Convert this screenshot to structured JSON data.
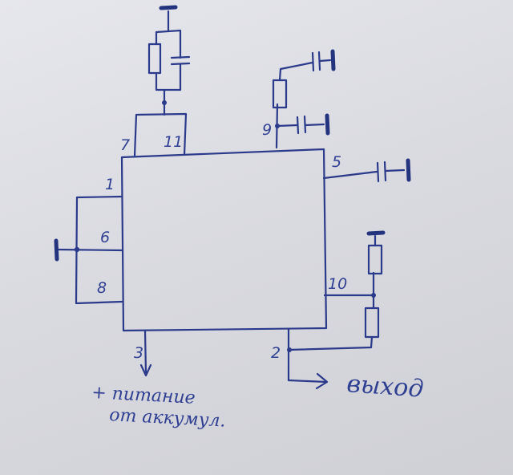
{
  "pins": {
    "p1": "1",
    "p2": "2",
    "p3": "3",
    "p5": "5",
    "p6": "6",
    "p7": "7",
    "p8": "8",
    "p9": "9",
    "p10": "10",
    "p11": "11"
  },
  "notes": {
    "output": "выход",
    "power_line1": "+ питание",
    "power_line2": "от аккумул."
  },
  "colors": {
    "ink": "#2b3a8a",
    "paper": "#dcdde2"
  }
}
